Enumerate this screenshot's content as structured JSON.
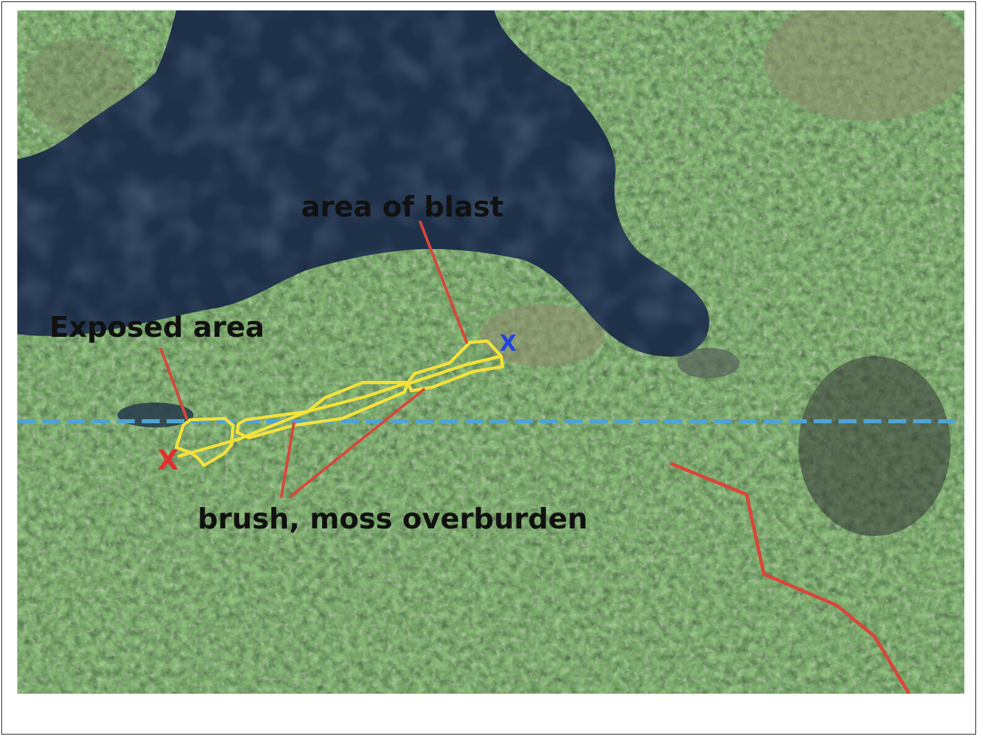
{
  "map": {
    "labels": {
      "blast": "area of blast",
      "exposed": "Exposed area",
      "brush": "brush, moss overburden"
    },
    "markers": {
      "start": "X",
      "end": "X"
    },
    "colors": {
      "water": "#1f3049",
      "forest": "#2c5a2c",
      "trace_outline": "#f4e23a",
      "leader_lines": "#d9463b",
      "dashed_line": "#4fa3d6",
      "start_marker": "#e03030",
      "end_marker": "#2244dd",
      "trail": "#d9463b"
    }
  }
}
